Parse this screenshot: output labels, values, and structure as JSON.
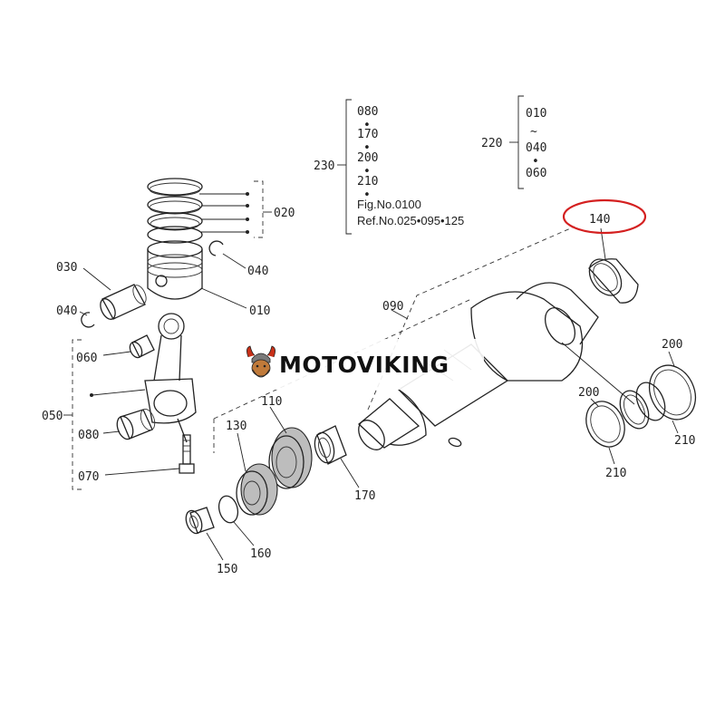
{
  "diagram": {
    "part_labels": {
      "p010": "010",
      "p020": "020",
      "p030": "030",
      "p040a": "040",
      "p040b": "040",
      "p050": "050",
      "p060": "060",
      "p070": "070",
      "p080": "080",
      "p090": "090",
      "p110": "110",
      "p130": "130",
      "p140": "140",
      "p150": "150",
      "p160": "160",
      "p170": "170",
      "p200a": "200",
      "p200b": "200",
      "p210a": "210",
      "p210b": "210"
    },
    "group_230": {
      "label": "230",
      "items": [
        "080",
        "170",
        "200",
        "210"
      ],
      "separator": "•",
      "fig_no": "Fig.No.0100",
      "ref_no": "Ref.No.025•095•125"
    },
    "group_220": {
      "label": "220",
      "from": "010",
      "range_mark": "~",
      "to": "040",
      "separator": "•",
      "last": "060"
    },
    "highlight": {
      "part": "140",
      "color": "#d42020"
    }
  },
  "watermark": {
    "text": "MOTOVIKING"
  }
}
